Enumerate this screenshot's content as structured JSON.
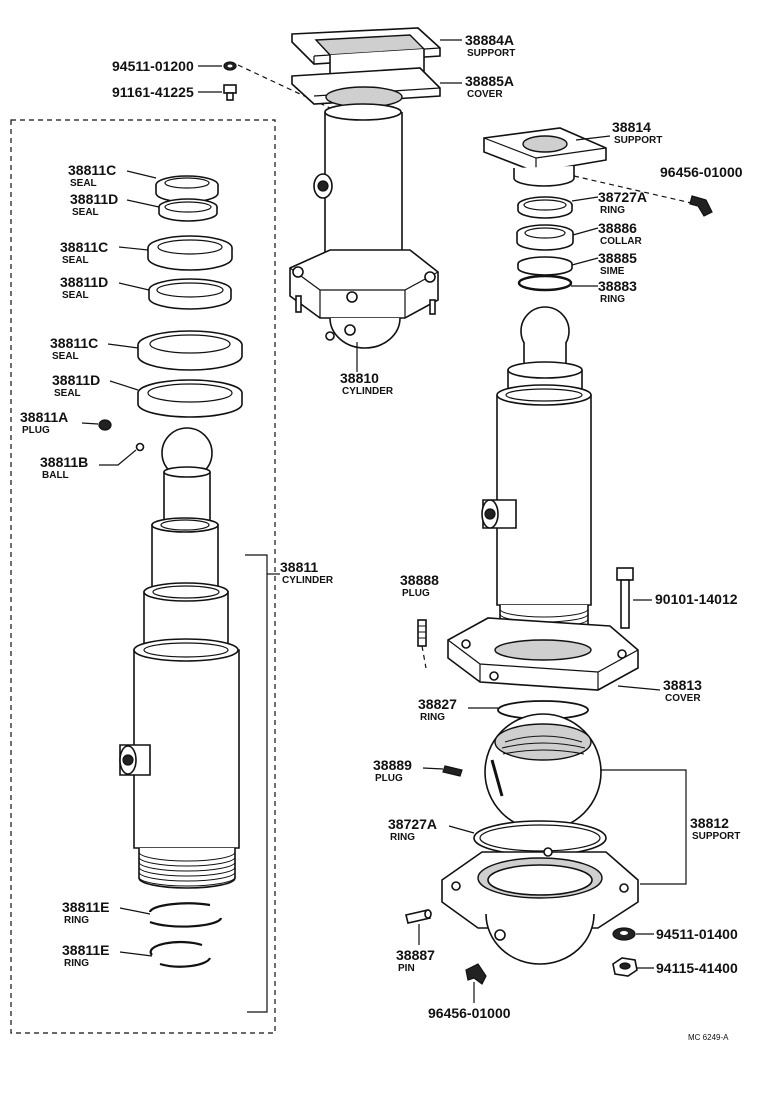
{
  "diagram": {
    "reference_code": "MC 6249-A",
    "labels": {
      "p38884A": {
        "number": "38884A",
        "name": "SUPPORT"
      },
      "p38885A": {
        "number": "38885A",
        "name": "COVER"
      },
      "p94511_01200": {
        "number": "94511-01200"
      },
      "p91161_41225": {
        "number": "91161-41225"
      },
      "p38810": {
        "number": "38810",
        "name": "CYLINDER"
      },
      "p38811C_1": {
        "number": "38811C",
        "name": "SEAL"
      },
      "p38811D_1": {
        "number": "38811D",
        "name": "SEAL"
      },
      "p38811C_2": {
        "number": "38811C",
        "name": "SEAL"
      },
      "p38811D_2": {
        "number": "38811D",
        "name": "SEAL"
      },
      "p38811C_3": {
        "number": "38811C",
        "name": "SEAL"
      },
      "p38811D_3": {
        "number": "38811D",
        "name": "SEAL"
      },
      "p38811A": {
        "number": "38811A",
        "name": "PLUG"
      },
      "p38811B": {
        "number": "38811B",
        "name": "BALL"
      },
      "p38811": {
        "number": "38811",
        "name": "CYLINDER"
      },
      "p38811E_1": {
        "number": "38811E",
        "name": "RING"
      },
      "p38811E_2": {
        "number": "38811E",
        "name": "RING"
      },
      "p38814": {
        "number": "38814",
        "name": "SUPPORT"
      },
      "p96456_01000_a": {
        "number": "96456-01000"
      },
      "p38727A_1": {
        "number": "38727A",
        "name": "RING"
      },
      "p38886": {
        "number": "38886",
        "name": "COLLAR"
      },
      "p38885": {
        "number": "38885",
        "name": "SIME"
      },
      "p38883": {
        "number": "38883",
        "name": "RING"
      },
      "p38888": {
        "number": "38888",
        "name": "PLUG"
      },
      "p90101_14012": {
        "number": "90101-14012"
      },
      "p38813": {
        "number": "38813",
        "name": "COVER"
      },
      "p38827": {
        "number": "38827",
        "name": "RING"
      },
      "p38889": {
        "number": "38889",
        "name": "PLUG"
      },
      "p38727A_2": {
        "number": "38727A",
        "name": "RING"
      },
      "p38812": {
        "number": "38812",
        "name": "SUPPORT"
      },
      "p38887": {
        "number": "38887",
        "name": "PIN"
      },
      "p96456_01000_b": {
        "number": "96456-01000"
      },
      "p94511_01400": {
        "number": "94511-01400"
      },
      "p94115_41400": {
        "number": "94115-41400"
      }
    }
  }
}
